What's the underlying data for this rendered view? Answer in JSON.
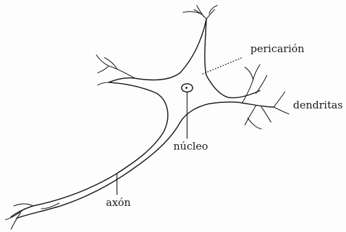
{
  "labels": {
    "pericarion": "pericarión",
    "dendritas": "dendritas",
    "nucleo": "núcleo",
    "axon": "axón"
  },
  "colors": {
    "ink": "#1b1b1b",
    "paper": "#fdfdfd"
  }
}
